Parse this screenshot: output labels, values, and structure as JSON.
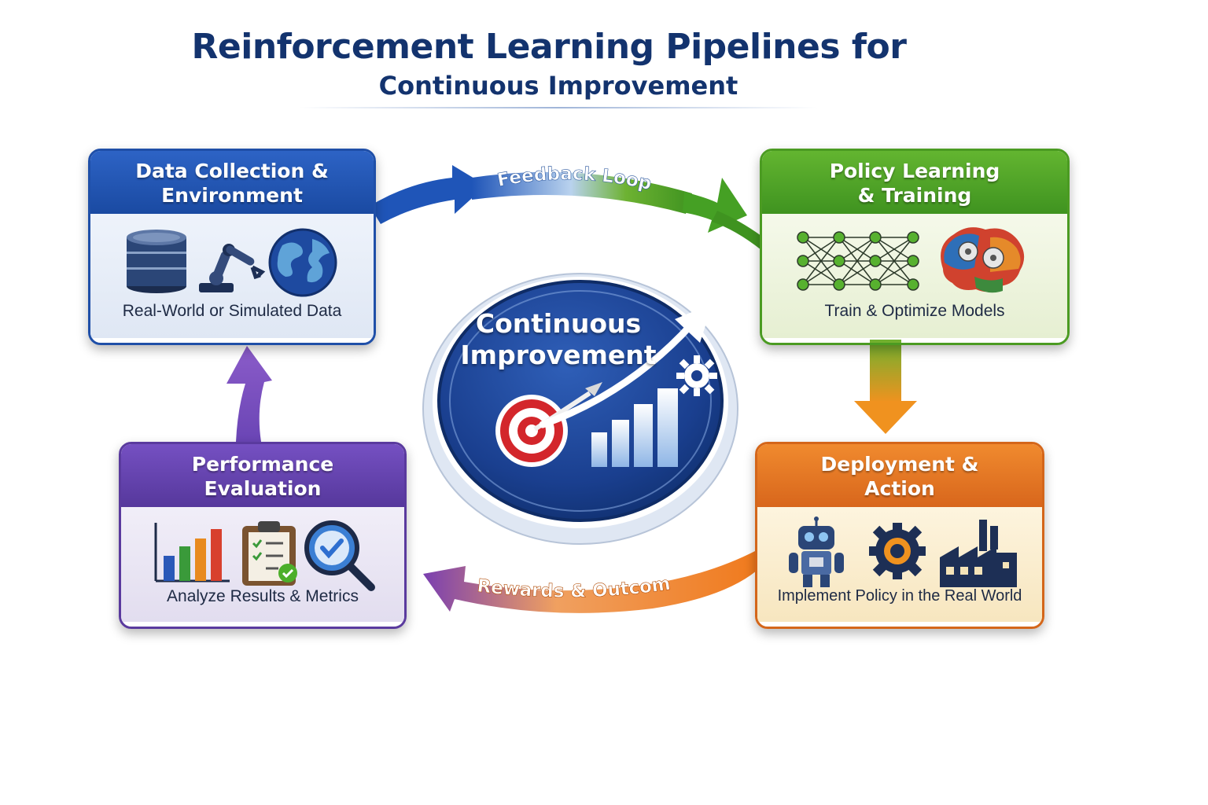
{
  "title": "Reinforcement Learning Pipelines for",
  "subtitle": "Continuous Improvement",
  "center": {
    "line1": "Continuous",
    "line2": "Improvement"
  },
  "cards": {
    "data_collection": {
      "title": "Data Collection &\nEnvironment",
      "caption": "Real-World or Simulated Data",
      "icons": [
        "database-icon",
        "robot-arm-icon",
        "globe-icon"
      ],
      "color": "#1f4fa8"
    },
    "policy_learning": {
      "title": "Policy Learning\n& Training",
      "caption": "Train & Optimize Models",
      "icons": [
        "neural-network-icon",
        "brain-gears-icon"
      ],
      "color": "#4b9b22"
    },
    "performance": {
      "title": "Performance\nEvaluation",
      "caption": "Analyze  Results & Metrics",
      "icons": [
        "bar-chart-icon",
        "clipboard-check-icon",
        "magnifier-check-icon"
      ],
      "color": "#5a3a9e"
    },
    "deployment": {
      "title": "Deployment &\nAction",
      "caption": "Implement Policy in the Real World",
      "icons": [
        "robot-icon",
        "gear-icon",
        "factory-icon"
      ],
      "color": "#d4661a"
    }
  },
  "arrows": {
    "feedback_loop": "Feedback Loop",
    "rewards_outcomes": "Rewards & Outcomes"
  }
}
